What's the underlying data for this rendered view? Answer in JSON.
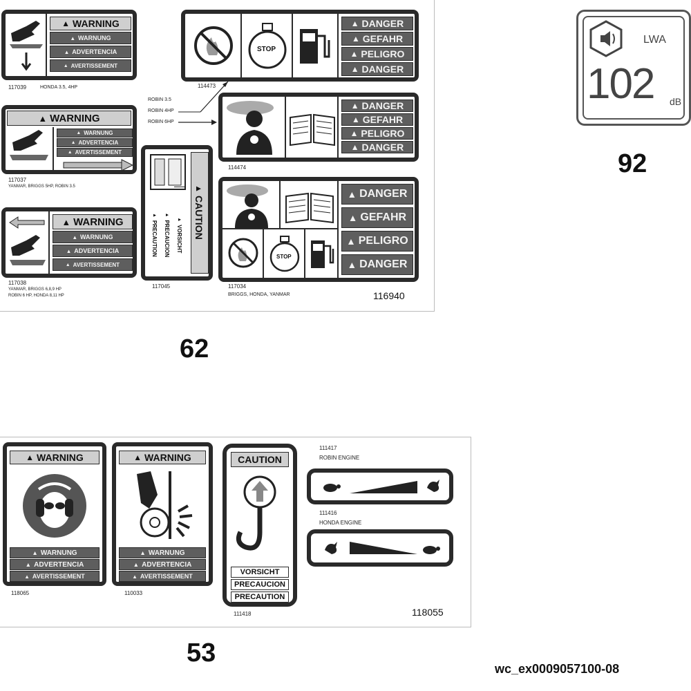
{
  "group62": {
    "number": "62",
    "sheet_no": "116940",
    "decal_117039": {
      "part": "117039",
      "note": "HONDA 3.5, 4HP",
      "bands": [
        "WARNING",
        "WARNUNG",
        "ADVERTENCIA",
        "AVERTISSEMENT"
      ]
    },
    "decal_117037": {
      "part": "117037",
      "note": "YANMAR, BRIGGS 5HP, ROBIN 3.5",
      "bands": [
        "WARNING",
        "WARNUNG",
        "ADVERTENCIA",
        "AVERTISSEMENT"
      ]
    },
    "decal_117038": {
      "part": "117038",
      "note1": "YANMAR, BRIGGS 6,8,9 HP",
      "note2": "ROBIN 6 HP, HONDA 8,11 HP",
      "bands": [
        "WARNING",
        "WARNUNG",
        "ADVERTENCIA",
        "AVERTISSEMENT"
      ]
    },
    "decal_117045": {
      "part": "117045",
      "bands": [
        "CAUTION",
        "VORSICHT",
        "PRECAUCION",
        "PRECAUTION"
      ]
    },
    "decal_114473": {
      "part": "114473",
      "stop": "STOP",
      "bands": [
        "DANGER",
        "GEFAHR",
        "PELIGRO",
        "DANGER"
      ]
    },
    "decal_114474": {
      "part": "114474",
      "bands": [
        "DANGER",
        "GEFAHR",
        "PELIGRO",
        "DANGER"
      ]
    },
    "decal_117034": {
      "part": "117034",
      "note": "BRIGGS, HONDA, YANMAR",
      "stop": "STOP",
      "bands": [
        "DANGER",
        "GEFAHR",
        "PELIGRO",
        "DANGER"
      ]
    },
    "robin_labels": [
      "ROBIN 3.5",
      "ROBIN 4HP",
      "ROBIN 6HP"
    ]
  },
  "group92": {
    "number": "92",
    "sound_value": "102",
    "sound_unit": "dB",
    "lwa": "LWA"
  },
  "group53": {
    "number": "53",
    "sheet_no": "118055",
    "decal_118065": {
      "part": "118065",
      "bands": [
        "WARNING",
        "WARNUNG",
        "ADVERTENCIA",
        "AVERTISSEMENT"
      ]
    },
    "decal_110033": {
      "part": "110033",
      "bands": [
        "WARNING",
        "WARNUNG",
        "ADVERTENCIA",
        "AVERTISSEMENT"
      ]
    },
    "decal_111418": {
      "part": "111418",
      "bands": [
        "CAUTION",
        "VORSICHT",
        "PRECAUCION",
        "PRECAUTION"
      ]
    },
    "throttle_robin": {
      "part": "111417",
      "engine": "ROBIN ENGINE"
    },
    "throttle_honda": {
      "part": "111416",
      "engine": "HONDA ENGINE"
    }
  },
  "footer_code": "wc_ex0009057100-08",
  "colors": {
    "dark_band": "#5e5e5e",
    "light_band": "#cfcfcf",
    "border": "#2a2a2a"
  }
}
